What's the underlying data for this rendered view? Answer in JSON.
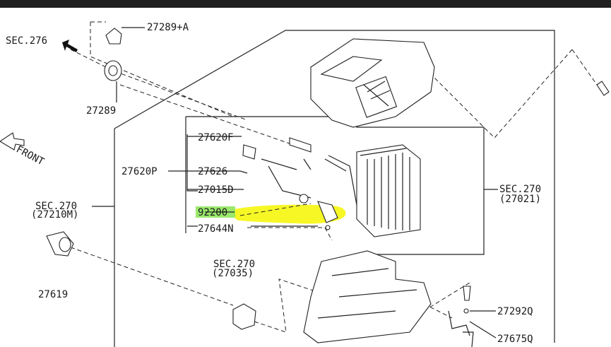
{
  "labels": {
    "sec276": "SEC.276",
    "p27289a": "27289+A",
    "p27289": "27289",
    "front": "FRONT",
    "sec270_left": "SEC.270",
    "sec270_left_sub": "(27210M)",
    "p27619": "27619",
    "p27620f": "27620F",
    "p27620p": "27620P",
    "p27626": "27626",
    "p27015d": "27015D",
    "p92200": "92200",
    "p27644n": "27644N",
    "sec270_right": "SEC.270",
    "sec270_right_sub": "(27021)",
    "sec270_mid": "SEC.270",
    "sec270_mid_sub": "(27035)",
    "p27292q": "27292Q",
    "p27675q": "27675Q"
  },
  "colors": {
    "highlight": "#f6f600",
    "label_highlight": "#8fe65c",
    "line": "#222222",
    "topbar": "#202020"
  }
}
